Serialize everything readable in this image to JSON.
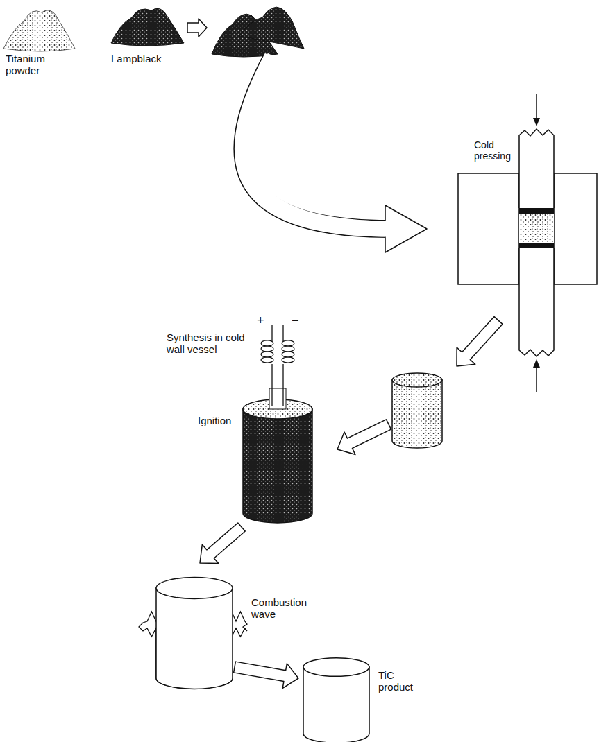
{
  "diagram": {
    "labels": [
      "Titanium powder",
      "Lampblack",
      "Cold pressing",
      "+",
      "−",
      "Synthesis in cold wall vessel",
      "Ignition",
      "Combustion wave",
      "TiC product"
    ]
  }
}
